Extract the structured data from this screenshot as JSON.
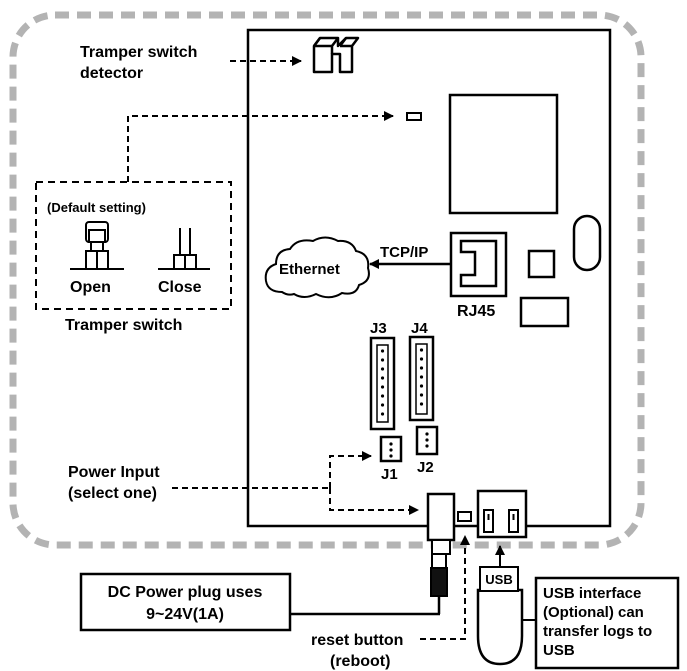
{
  "labels": {
    "tamper_detector_line1": "Tramper switch",
    "tamper_detector_line2": "detector",
    "default_setting": "(Default setting)",
    "open": "Open",
    "close": "Close",
    "tamper_switch": "Tramper switch",
    "ethernet": "Ethernet",
    "tcpip": "TCP/IP",
    "rj45": "RJ45",
    "j3": "J3",
    "j4": "J4",
    "j1": "J1",
    "j2": "J2",
    "power_input_line1": "Power Input",
    "power_input_line2": "(select one)",
    "dc_plug_line1": "DC Power plug uses",
    "dc_plug_line2": "9~24V(1A)",
    "reset_line1": "reset button",
    "reset_line2": "(reboot)",
    "usb": "USB",
    "usb_iface_line1": "USB interface",
    "usb_iface_line2": "(Optional) can",
    "usb_iface_line3": "transfer logs to",
    "usb_iface_line4": "USB"
  },
  "colors": {
    "outline": "#000000",
    "dashed_border": "#b3b3b3",
    "background": "#ffffff"
  }
}
